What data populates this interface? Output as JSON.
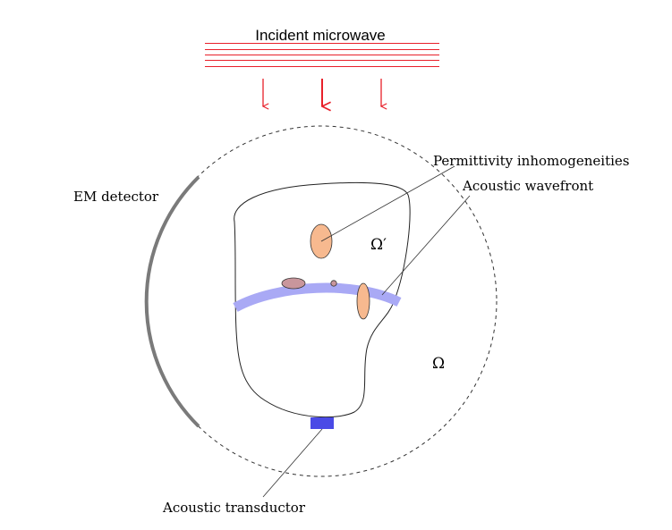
{
  "labels": {
    "incident": "Incident microwave",
    "permittivity": "Permittivity inhomogeneities",
    "wavefront": "Acoustic wavefront",
    "em_detector": "EM detector",
    "omega_prime": "Ω′",
    "omega": "Ω",
    "transductor": "Acoustic transductor"
  },
  "colors": {
    "microwave": "#e8202a",
    "inclusion_fill": "#f7b98f",
    "wavefront": "#a9a9f5",
    "transducer": "#4a4ae6",
    "detector": "#7a7a7a"
  }
}
